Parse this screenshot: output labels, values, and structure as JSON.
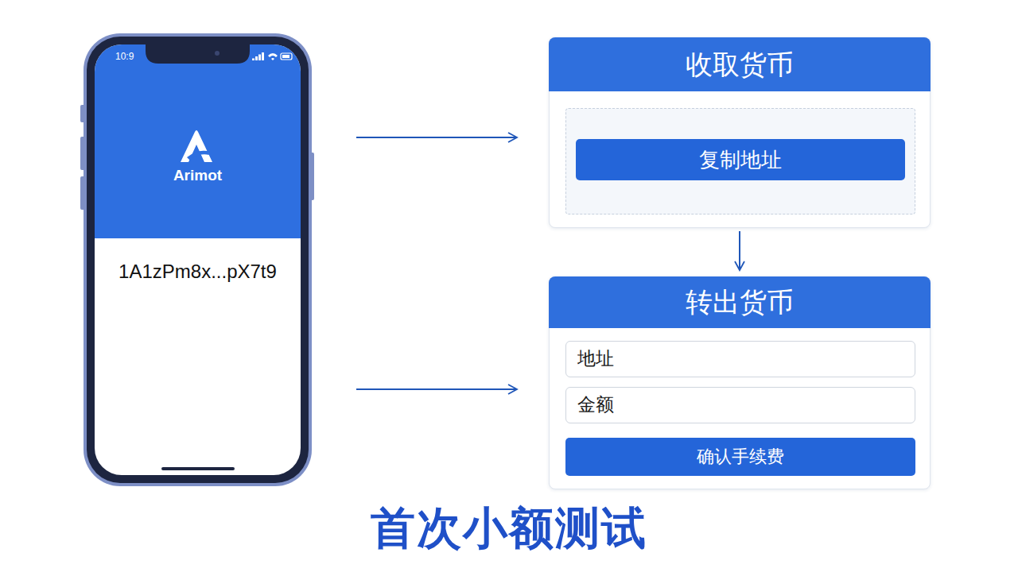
{
  "diagram": {
    "caption": "首次小额测试",
    "nodes": [
      {
        "text": [
          "Arimot",
          "1A1zPm8x...pX7t9"
        ]
      },
      {
        "text": [
          "收取货币"
        ]
      },
      {
        "text": [
          "复制地址"
        ],
        "in": 1
      },
      {
        "text": [
          "转出货币"
        ]
      },
      {
        "text": [
          "地址"
        ],
        "in": 3
      },
      {
        "text": [
          "金额"
        ],
        "in": 3
      },
      {
        "text": [
          "确认手续费"
        ],
        "in": 3
      }
    ],
    "edges": [
      {
        "from": 0,
        "to": 1,
        "arrow": "to"
      },
      {
        "from": 0,
        "to": 3,
        "arrow": "to"
      },
      {
        "from": 1,
        "to": 3,
        "arrow": "to"
      }
    ],
    "labels": [
      "10:9"
    ]
  }
}
